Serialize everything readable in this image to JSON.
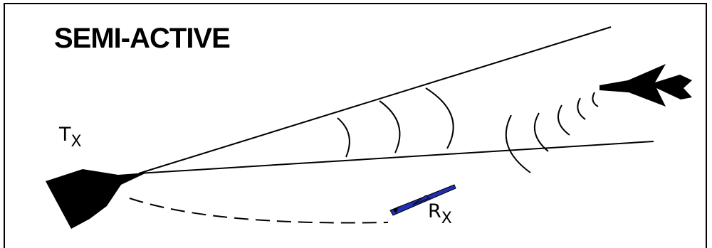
{
  "diagram": {
    "title": "SEMI-ACTIVE",
    "transmitter_label": {
      "main": "T",
      "sub": "X"
    },
    "receiver_label": {
      "main": "R",
      "sub": "X"
    },
    "colors": {
      "line": "#000000",
      "missile": "#1f2fb0",
      "background": "#ffffff"
    },
    "icons": [
      "launch-aircraft-icon",
      "target-aircraft-icon",
      "missile-icon"
    ]
  }
}
